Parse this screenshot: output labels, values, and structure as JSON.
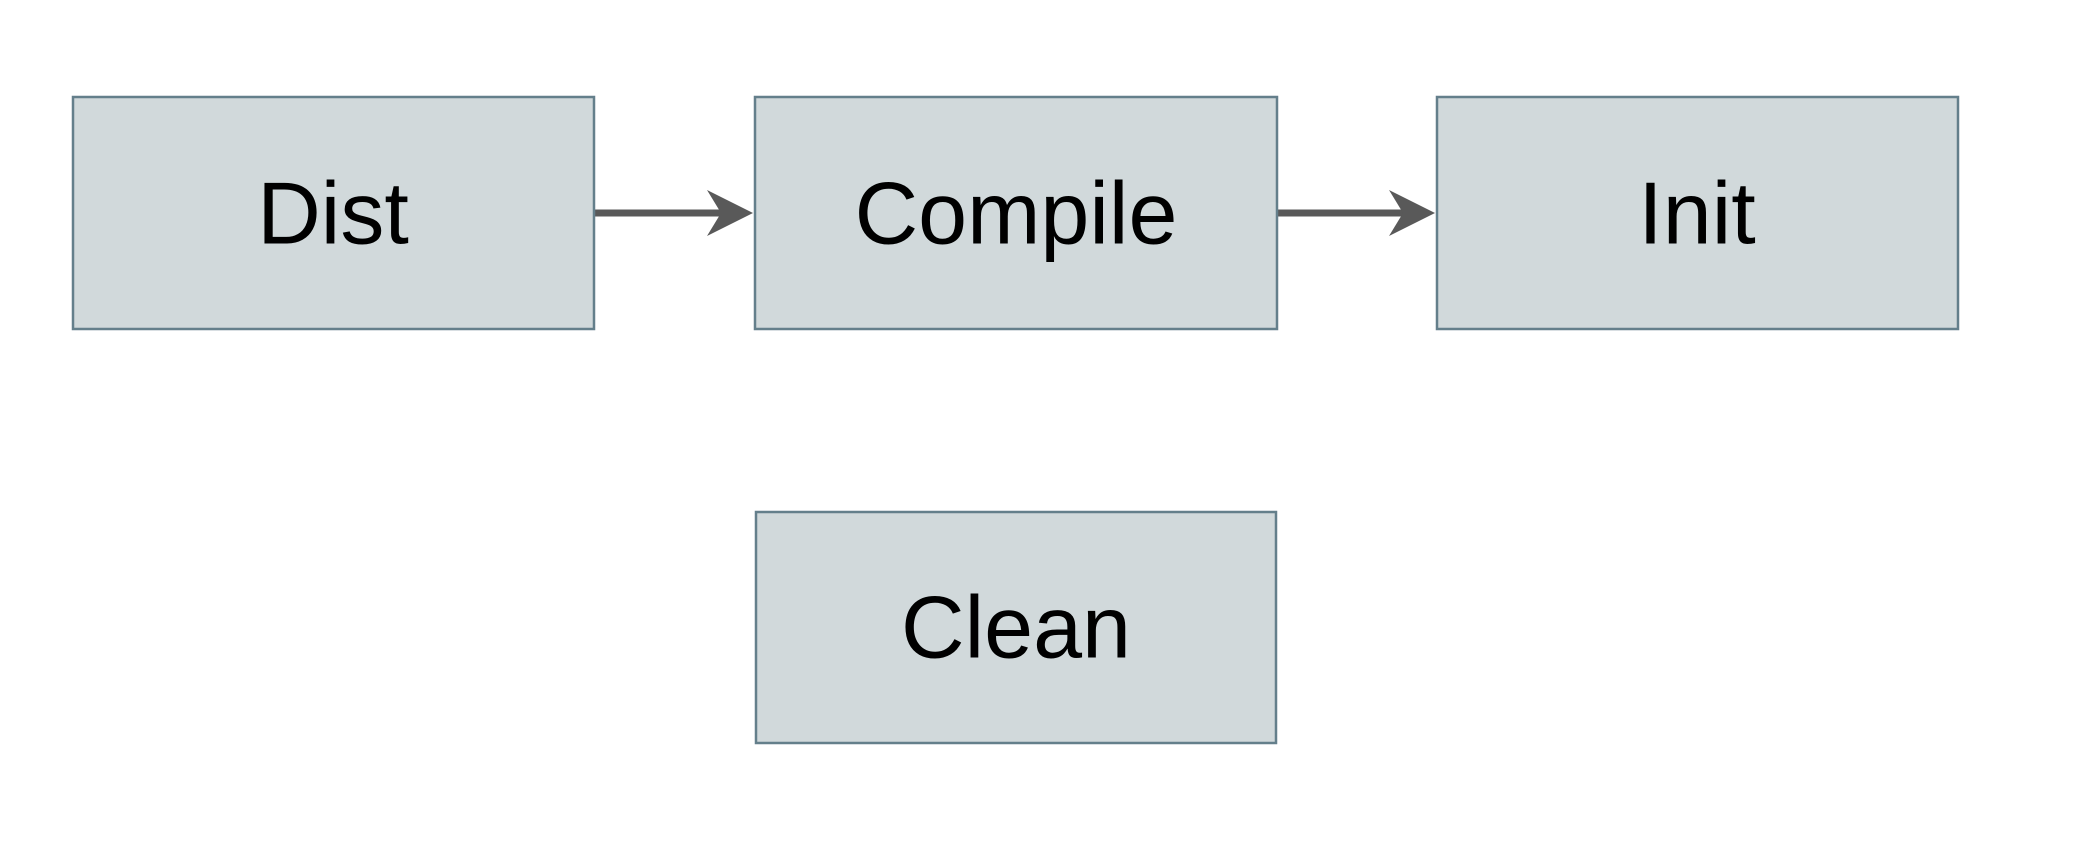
{
  "colors": {
    "background": "#ffffff",
    "node_fill": "#d1d9db",
    "node_border": "#647f8b",
    "arrow": "#595959",
    "label_text": "#000000"
  },
  "nodes": [
    {
      "id": "dist",
      "label": "Dist"
    },
    {
      "id": "compile",
      "label": "Compile"
    },
    {
      "id": "init",
      "label": "Init"
    },
    {
      "id": "clean",
      "label": "Clean"
    }
  ],
  "edges": [
    {
      "from": "dist",
      "to": "compile"
    },
    {
      "from": "compile",
      "to": "init"
    }
  ]
}
